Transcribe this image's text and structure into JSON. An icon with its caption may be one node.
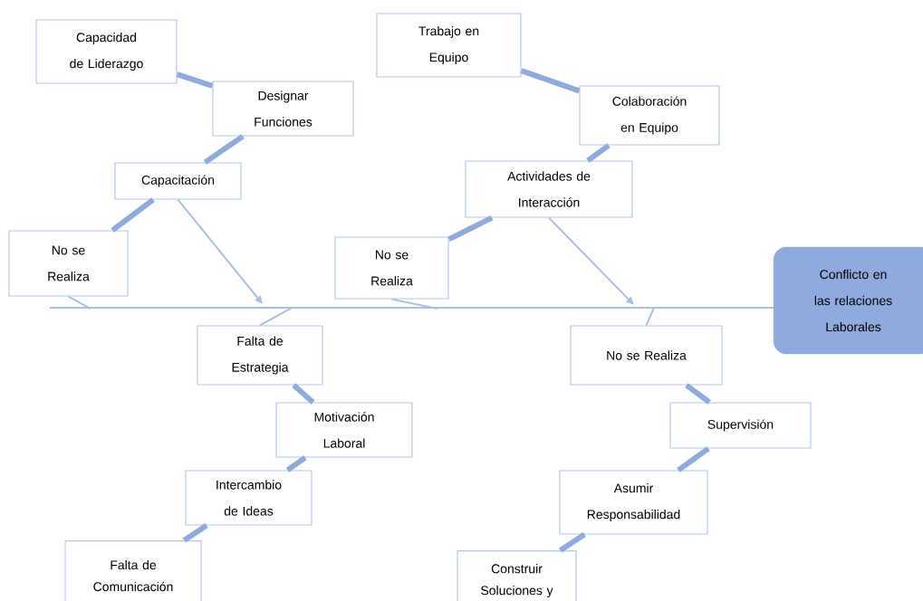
{
  "diagram": {
    "nodes": [
      {
        "text": [
          "Capacidad de Liderazgo"
        ]
      },
      {
        "text": [
          "Designar Funciones"
        ]
      },
      {
        "text": [
          "Capacitación"
        ]
      },
      {
        "text": [
          "No se Realiza"
        ]
      },
      {
        "text": [
          "Trabajo en Equipo"
        ]
      },
      {
        "text": [
          "Colaboración en Equipo"
        ]
      },
      {
        "text": [
          "Actividades de Interacción"
        ]
      },
      {
        "text": [
          "No se Realiza"
        ]
      },
      {
        "text": [
          "Conflicto en las relaciones Laborales"
        ]
      },
      {
        "text": [
          "Falta de Estrategia"
        ]
      },
      {
        "text": [
          "Motivación Laboral"
        ]
      },
      {
        "text": [
          "Intercambio de Ideas"
        ]
      },
      {
        "text": [
          "Falta de Comunicación"
        ]
      },
      {
        "text": [
          "No se Realiza"
        ]
      },
      {
        "text": [
          "Supervisión"
        ]
      },
      {
        "text": [
          "Asumir Responsabilidad"
        ]
      },
      {
        "text": [
          "Construir Soluciones y"
        ]
      }
    ],
    "edges": [
      {
        "from": 0,
        "to": 1,
        "arrow": "none"
      },
      {
        "from": 1,
        "to": 2,
        "arrow": "none"
      },
      {
        "from": 2,
        "to": 3,
        "arrow": "none"
      },
      {
        "from": 2,
        "to": null,
        "arrow": "to"
      },
      {
        "from": 3,
        "to": null,
        "arrow": "none"
      },
      {
        "from": 4,
        "to": 5,
        "arrow": "none"
      },
      {
        "from": 5,
        "to": 6,
        "arrow": "none"
      },
      {
        "from": 6,
        "to": 7,
        "arrow": "none"
      },
      {
        "from": 6,
        "to": null,
        "arrow": "to"
      },
      {
        "from": 7,
        "to": null,
        "arrow": "none"
      },
      {
        "from": null,
        "to": 8,
        "arrow": "none"
      },
      {
        "from": 9,
        "to": null,
        "arrow": "none"
      },
      {
        "from": 9,
        "to": 10,
        "arrow": "none"
      },
      {
        "from": 10,
        "to": 11,
        "arrow": "none"
      },
      {
        "from": 11,
        "to": 12,
        "arrow": "none"
      },
      {
        "from": 13,
        "to": null,
        "arrow": "none"
      },
      {
        "from": 13,
        "to": 14,
        "arrow": "none"
      },
      {
        "from": 14,
        "to": 15,
        "arrow": "none"
      },
      {
        "from": 15,
        "to": 16,
        "arrow": "none"
      }
    ]
  }
}
